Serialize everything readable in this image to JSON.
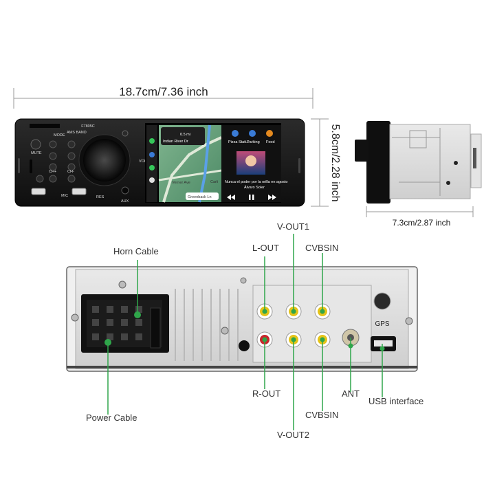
{
  "dimensions": {
    "width": "18.7cm/7.36 inch",
    "height": "5.8cm/2.28 inch",
    "depth": "7.3cm/2.87 inch"
  },
  "front_panel": {
    "model": "F7805C",
    "buttons": [
      "MODE",
      "AMS BAND",
      "MUTE",
      "CH+",
      "CH-",
      "RES",
      "AUX",
      "MIC",
      "VOL"
    ],
    "screen": {
      "nav_distance": "0.5 mi",
      "nav_street": "Indian River Dr",
      "street_1": "Verner Ave",
      "street_2": "Carli",
      "destination": "Greenback Ln",
      "apps": [
        "Pizza Stati...",
        "Parking",
        "Food"
      ],
      "song_title": "Nunca el poder por la orilla en agosto",
      "artist": "Álvaro Soler"
    }
  },
  "rear_labels": {
    "horn": "Horn Cable",
    "power": "Power Cable",
    "l_out": "L-OUT",
    "r_out": "R-OUT",
    "v_out1": "V-OUT1",
    "v_out2": "V-OUT2",
    "cvbsin_top": "CVBSIN",
    "cvbsin_bottom": "CVBSIN",
    "ant": "ANT",
    "usb": "USB interface",
    "gps": "GPS"
  },
  "colors": {
    "accent_green": "#2fa64a",
    "device_black": "#1a1a1a",
    "rca_yellow": "#e5c418",
    "rca_red": "#c8262b"
  }
}
